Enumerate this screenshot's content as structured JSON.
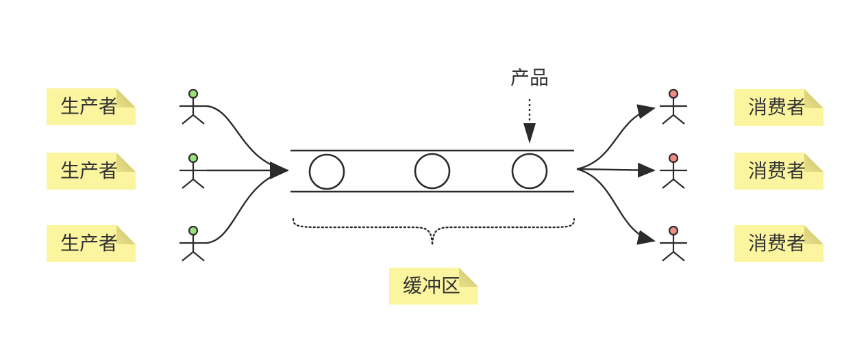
{
  "colors": {
    "note_fill": "#fbf59f",
    "line": "#2b2b2b",
    "producer_head": "#9be07a",
    "consumer_head": "#f08a84"
  },
  "producers": [
    {
      "label": "生产者"
    },
    {
      "label": "生产者"
    },
    {
      "label": "生产者"
    }
  ],
  "consumers": [
    {
      "label": "消费者"
    },
    {
      "label": "消费者"
    },
    {
      "label": "消费者"
    }
  ],
  "buffer": {
    "label": "缓冲区",
    "slots": 3
  },
  "product": {
    "label": "产品"
  }
}
